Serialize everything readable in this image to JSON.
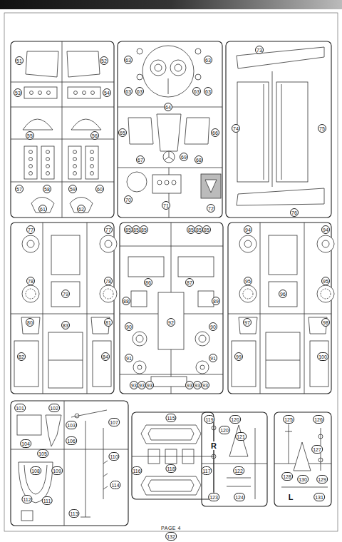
{
  "diagram": {
    "labels": [
      "51",
      "52",
      "53",
      "54",
      "55",
      "56",
      "57",
      "58",
      "59",
      "60",
      "61",
      "62",
      "63",
      "63",
      "63",
      "63",
      "63",
      "63",
      "64",
      "65",
      "66",
      "67",
      "68",
      "69",
      "70",
      "71",
      "72",
      "73",
      "74",
      "75",
      "76",
      "77",
      "77",
      "78",
      "78",
      "79",
      "80",
      "81",
      "82",
      "83",
      "84",
      "85",
      "85",
      "85",
      "85",
      "85",
      "85",
      "86",
      "87",
      "88",
      "89",
      "90",
      "90",
      "91",
      "91",
      "92",
      "93",
      "93",
      "93",
      "93",
      "93",
      "93",
      "94",
      "94",
      "95",
      "95",
      "96",
      "97",
      "98",
      "99",
      "100",
      "101",
      "102",
      "103",
      "104",
      "105",
      "106",
      "107",
      "108",
      "109",
      "110",
      "111",
      "112",
      "113",
      "114",
      "115",
      "116",
      "117",
      "118",
      "119",
      "120",
      "120",
      "R",
      "121",
      "122",
      "123",
      "124",
      "125",
      "126",
      "127",
      "128",
      "129",
      "130",
      "L",
      "131",
      "132",
      "PAGE 4"
    ]
  }
}
